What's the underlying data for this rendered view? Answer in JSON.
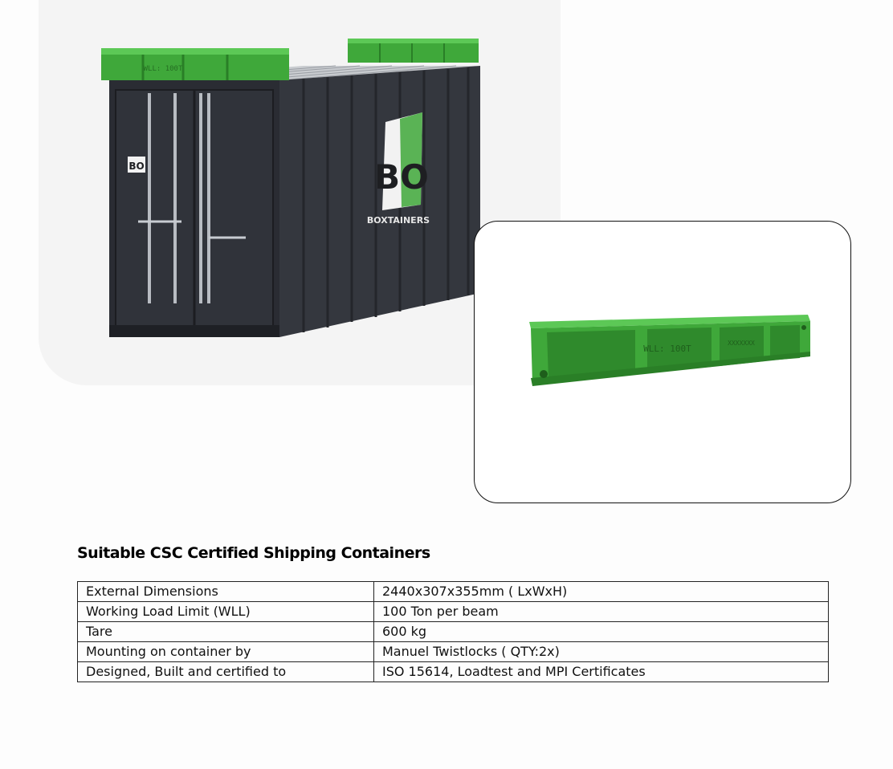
{
  "hero_image": {
    "beam_marking": "WLL: 100T",
    "door_logo": "BO",
    "side_logo": "BO",
    "side_brand": "BOXTAINERS"
  },
  "detail_image": {
    "beam_marking": "WLL: 100T",
    "beam_serial": "XXXXXXX"
  },
  "spec": {
    "title": "Suitable CSC Certified Shipping Containers",
    "rows": [
      {
        "label": "External Dimensions",
        "value": "2440x307x355mm ( LxWxH)"
      },
      {
        "label": "Working Load Limit (WLL)",
        "value": "100 Ton per beam"
      },
      {
        "label": "Tare",
        "value": "600 kg"
      },
      {
        "label": "Mounting on container by",
        "value": "Manuel Twistlocks ( QTY:2x)"
      },
      {
        "label": "Designed, Built and certified to",
        "value": "ISO 15614, Loadtest and MPI Certificates"
      }
    ]
  },
  "colors": {
    "beam_green": "#3fa83a",
    "container_body": "#2e3138"
  }
}
